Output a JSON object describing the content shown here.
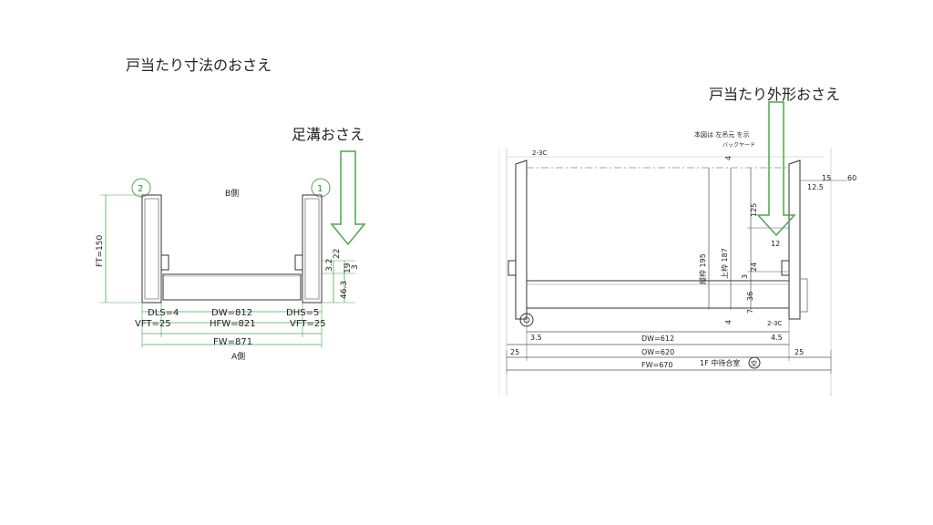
{
  "slide": {
    "title_left": "戸当たり寸法のおさえ",
    "title_right": "戸当たり外形おさえ",
    "label_foot_channel": "足溝おさえ"
  },
  "left_drawing": {
    "side_b": "B側",
    "side_a": "A側",
    "marker_left": "2",
    "marker_right": "1",
    "ft": "FT=150",
    "dls": "DLS=4",
    "dw": "DW=812",
    "dhs": "DHS=5",
    "vft_left": "VFT=25",
    "hfw": "HFW=821",
    "vft_right": "VFT=25",
    "fw": "FW=871",
    "dim_a": "3.2",
    "dim_b": "22",
    "dim_c": "19",
    "dim_d": "46.3",
    "dim_e": "3"
  },
  "right_drawing": {
    "ref_left": "2-3C",
    "ref_right": "2-3C",
    "note1": "本図は 左吊元 を示",
    "note2": "バックヤード",
    "d15": "15",
    "d60": "60",
    "d12_5": "12.5",
    "d4_top": "4",
    "d125": "125",
    "d12": "12",
    "frame_vert": "縦枠 195",
    "frame_top": "上枠 187",
    "d24": "24",
    "d3": "3",
    "d36": "36",
    "d7": "7",
    "d4_bot": "4",
    "d3_5": "3.5",
    "d4_5": "4.5",
    "dw": "DW=612",
    "ow": "OW=620",
    "fw": "FW=670",
    "d25_left": "25",
    "d25_right": "25",
    "room": "1F 中待合室",
    "empty_mark": "空"
  }
}
